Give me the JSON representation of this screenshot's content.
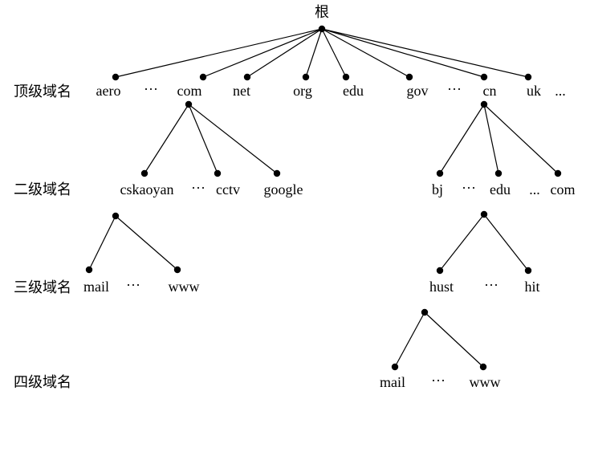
{
  "root": {
    "label": "根"
  },
  "level_labels": {
    "top": "顶级域名",
    "second": "二级域名",
    "third": "三级域名",
    "fourth": "四级域名"
  },
  "top_level": {
    "aero": "aero",
    "ellipsis_1": "···",
    "com": "com",
    "net": "net",
    "org": "org",
    "edu": "edu",
    "gov": "gov",
    "ellipsis_2": "···",
    "cn": "cn",
    "uk": "uk",
    "ellipsis_3": "..."
  },
  "second_level": {
    "cskaoyan": "cskaoyan",
    "ellipsis_1": "···",
    "cctv": "cctv",
    "google": "google",
    "bj": "bj",
    "ellipsis_2": "···",
    "edu": "edu",
    "ellipsis_3": "...",
    "com": "com"
  },
  "third_level": {
    "mail": "mail",
    "ellipsis_1": "···",
    "www": "www",
    "hust": "hust",
    "ellipsis_2": "···",
    "hit": "hit"
  },
  "fourth_level": {
    "mail": "mail",
    "ellipsis": "···",
    "www": "www"
  }
}
